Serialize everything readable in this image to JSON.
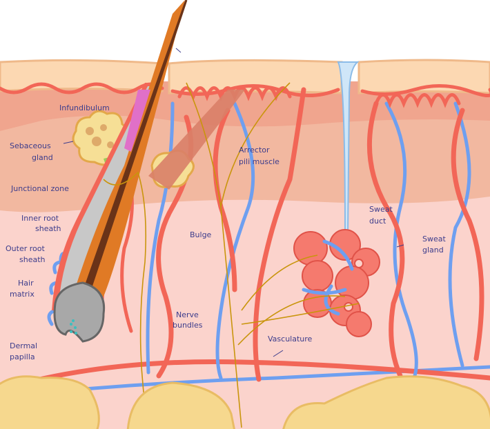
{
  "title": "Hair follicle and skin cross-section",
  "labels": {
    "infundibulum": "Infundibulum",
    "sebaceous_1": "Sebaceous",
    "sebaceous_2": "gland",
    "junctional": "Junctional zone",
    "inner_root_1": "Inner root",
    "inner_root_2": "sheath",
    "outer_root_1": "Outer root",
    "outer_root_2": "sheath",
    "hair_matrix_1": "Hair",
    "hair_matrix_2": "matrix",
    "dermal_papilla_1": "Dermal",
    "dermal_papilla_2": "papilla",
    "bulge": "Bulge",
    "nerve_1": "Nerve",
    "nerve_2": "bundles",
    "arrector_1": "Arrector",
    "arrector_2": "pili muscle",
    "sweat_duct_1": "Sweat",
    "sweat_duct_2": "duct",
    "sweat_gland_1": "Sweat",
    "sweat_gland_2": "gland",
    "vasculature": "Vasculature"
  },
  "colors": {
    "epidermis": "#fcd8b2",
    "dermis_upper": "#f0a58e",
    "dermis_lower": "#fbd3cc",
    "artery": "#f26657",
    "vein": "#6e9ff0",
    "nerve": "#c9950c",
    "fat": "#f6d88e",
    "label": "#3c3c8c"
  }
}
